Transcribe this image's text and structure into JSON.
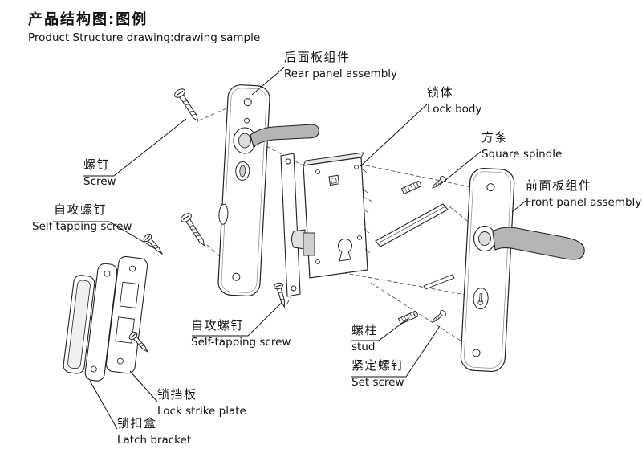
{
  "title": {
    "zh": "产品结构图:图例",
    "en": "Product Structure drawing:drawing sample"
  },
  "labels": {
    "rear_panel": {
      "zh": "后面板组件",
      "en": "Rear panel assembly"
    },
    "lock_body": {
      "zh": "锁体",
      "en": "Lock body"
    },
    "square_spindle": {
      "zh": "方条",
      "en": "Square spindle"
    },
    "front_panel": {
      "zh": "前面板组件",
      "en": "Front panel assembly"
    },
    "screw": {
      "zh": "螺钉",
      "en": "Screw"
    },
    "self_tapping_screw_left": {
      "zh": "自攻螺钉",
      "en": "Self-tapping screw"
    },
    "self_tapping_screw_bottom": {
      "zh": "自攻螺钉",
      "en": "Self-tapping screw"
    },
    "stud": {
      "zh": "螺柱",
      "en": "stud"
    },
    "set_screw": {
      "zh": "紧定螺钉",
      "en": "Set screw"
    },
    "lock_strike_plate": {
      "zh": "锁挡板",
      "en": "Lock strike plate"
    },
    "latch_bracket": {
      "zh": "锁扣盒",
      "en": "Latch bracket"
    }
  },
  "colors": {
    "line": "#1a1a1a",
    "handle_fill": "#b5b5b5",
    "metal_fill": "#d9d9d9"
  }
}
